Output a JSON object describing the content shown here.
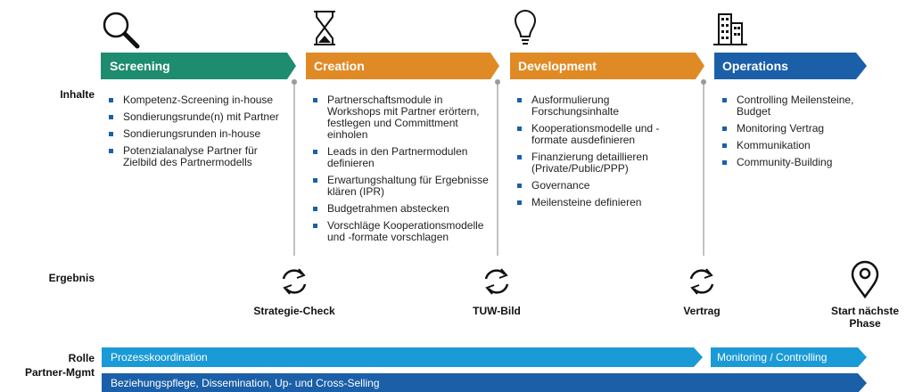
{
  "row_labels": {
    "inhalte": "Inhalte",
    "ergebnis": "Ergebnis",
    "rolle_line1": "Rolle",
    "rolle_line2": "Partner-Mgmt"
  },
  "phases": [
    {
      "title": "Screening",
      "icon": "magnifier-icon",
      "color": "#1e8c6e",
      "items": [
        "Kompetenz-Screening in-house",
        "Sondierungsrunde(n) mit Partner",
        "Sondierungsrunden in-house",
        "Potenzialanalyse Partner für Zielbild des Partnermodells"
      ]
    },
    {
      "title": "Creation",
      "icon": "hourglass-icon",
      "color": "#e08a25",
      "items": [
        "Partnerschaftsmodule in Workshops mit Partner erörtern, festlegen und Committment einholen",
        "Leads in den Partnermodulen definieren",
        "Erwartungshaltung für Ergebnisse klären (IPR)",
        "Budgetrahmen abstecken",
        "Vorschläge Kooperationsmodelle und -formate vorschlagen"
      ]
    },
    {
      "title": "Development",
      "icon": "lightbulb-icon",
      "color": "#e08a25",
      "items": [
        "Ausformulierung Forschungsinhalte",
        "Kooperationsmodelle und -formate ausdefinieren",
        "Finanzierung detaillieren (Private/Public/PPP)",
        "Governance",
        "Meilensteine definieren"
      ]
    },
    {
      "title": "Operations",
      "icon": "building-icon",
      "color": "#1b5fa8",
      "items": [
        "Controlling Meilensteine, Budget",
        "Monitoring Vertrag",
        "Kommunikation",
        "Community-Building"
      ]
    }
  ],
  "results": [
    {
      "label": "Strategie-Check",
      "icon": "cycle-arrows-icon"
    },
    {
      "label": "TUW-Bild",
      "icon": "cycle-arrows-icon"
    },
    {
      "label": "Vertrag",
      "icon": "cycle-arrows-icon"
    },
    {
      "label": "Start nächste Phase",
      "icon": "location-pin-icon"
    }
  ],
  "role_bars": {
    "prozesskoordination": "Prozesskoordination",
    "monitoring": "Monitoring / Controlling",
    "beziehungspflege": "Beziehungspflege, Dissemination, Up- und Cross-Selling"
  },
  "colors": {
    "screening": "#1e8c6e",
    "orange": "#e08a25",
    "blue_dark": "#1b5fa8",
    "blue_light": "#1a9ad6",
    "divider": "#9a9a9a"
  }
}
